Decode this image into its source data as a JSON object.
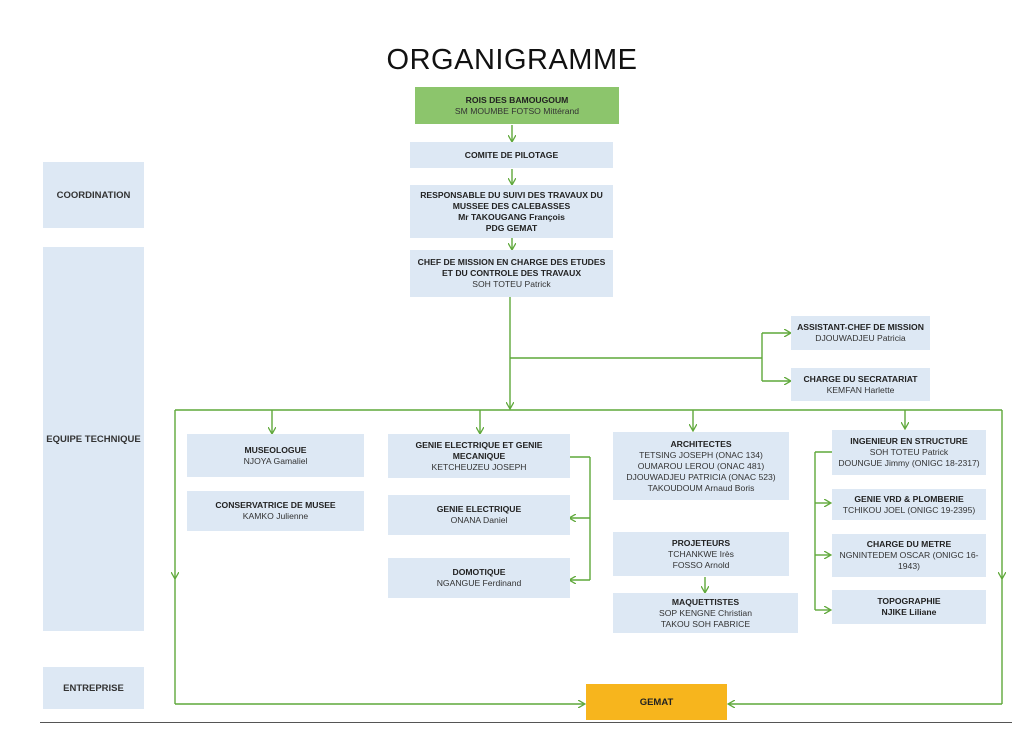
{
  "title": "ORGANIGRAMME",
  "side_labels": {
    "coordination": "COORDINATION",
    "equipe": "EQUIPE TECHNIQUE",
    "entreprise": "ENTREPRISE"
  },
  "rois": {
    "title": "ROIS DES BAMOUGOUM",
    "name": "SM MOUMBE FOTSO Mittérand"
  },
  "comite": {
    "title": "COMITE DE PILOTAGE"
  },
  "responsable": {
    "title1": "RESPONSABLE DU SUIVI DES TRAVAUX DU",
    "title2": "MUSSEE DES CALEBASSES",
    "title3": "Mr TAKOUGANG François",
    "title4": "PDG GEMAT"
  },
  "chef": {
    "title1": "CHEF DE MISSION EN CHARGE DES ETUDES",
    "title2": "ET DU CONTROLE DES TRAVAUX",
    "name": "SOH TOTEU Patrick"
  },
  "assistant": {
    "title": "ASSISTANT-CHEF DE MISSION",
    "name": "DJOUWADJEU Patricia"
  },
  "secretariat": {
    "title": "CHARGE DU SECRATARIAT",
    "name": "KEMFAN Harlette"
  },
  "museologue": {
    "title": "MUSEOLOGUE",
    "name": "NJOYA Gamaliel"
  },
  "conservatrice": {
    "title": "CONSERVATRICE DE MUSEE",
    "name": "KAMKO Julienne"
  },
  "genie_elec_meca": {
    "title1": "GENIE ELECTRIQUE ET GENIE",
    "title2": "MECANIQUE",
    "name": "KETCHEUZEU JOSEPH"
  },
  "genie_elec": {
    "title": "GENIE ELECTRIQUE",
    "name": "ONANA Daniel"
  },
  "domotique": {
    "title": "DOMOTIQUE",
    "name": "NGANGUE Ferdinand"
  },
  "architectes": {
    "title": "ARCHITECTES",
    "names": [
      "TETSING JOSEPH (ONAC 134)",
      "OUMAROU LEROU (ONAC 481)",
      "DJOUWADJEU PATRICIA (ONAC 523)",
      "TAKOUDOUM Arnaud Boris"
    ]
  },
  "projeteurs": {
    "title": "PROJETEURS",
    "names": [
      "TCHANKWE Irès",
      "FOSSO Arnold"
    ]
  },
  "maquettistes": {
    "title": "MAQUETTISTES",
    "names": [
      "SOP KENGNE Christian",
      "TAKOU SOH FABRICE"
    ]
  },
  "ing_structure": {
    "title": "INGENIEUR EN STRUCTURE",
    "names": [
      "SOH TOTEU Patrick",
      "DOUNGUE Jimmy (ONIGC 18-2317)"
    ]
  },
  "genie_vrd": {
    "title": "GENIE VRD & PLOMBERIE",
    "name": "TCHIKOU JOEL (ONIGC 19-2395)"
  },
  "charge_metre": {
    "title": "CHARGE DU METRE",
    "name1": "NGNINTEDEM OSCAR (ONIGC 16-",
    "name2": "1943)"
  },
  "topographie": {
    "title": "TOPOGRAPHIE",
    "name": "NJIKE Liliane"
  },
  "gemat": {
    "label": "GEMAT"
  },
  "colors": {
    "box": "#dde8f4",
    "top": "#8cc56c",
    "gemat": "#f7b51d",
    "connector": "#5fa83a"
  }
}
